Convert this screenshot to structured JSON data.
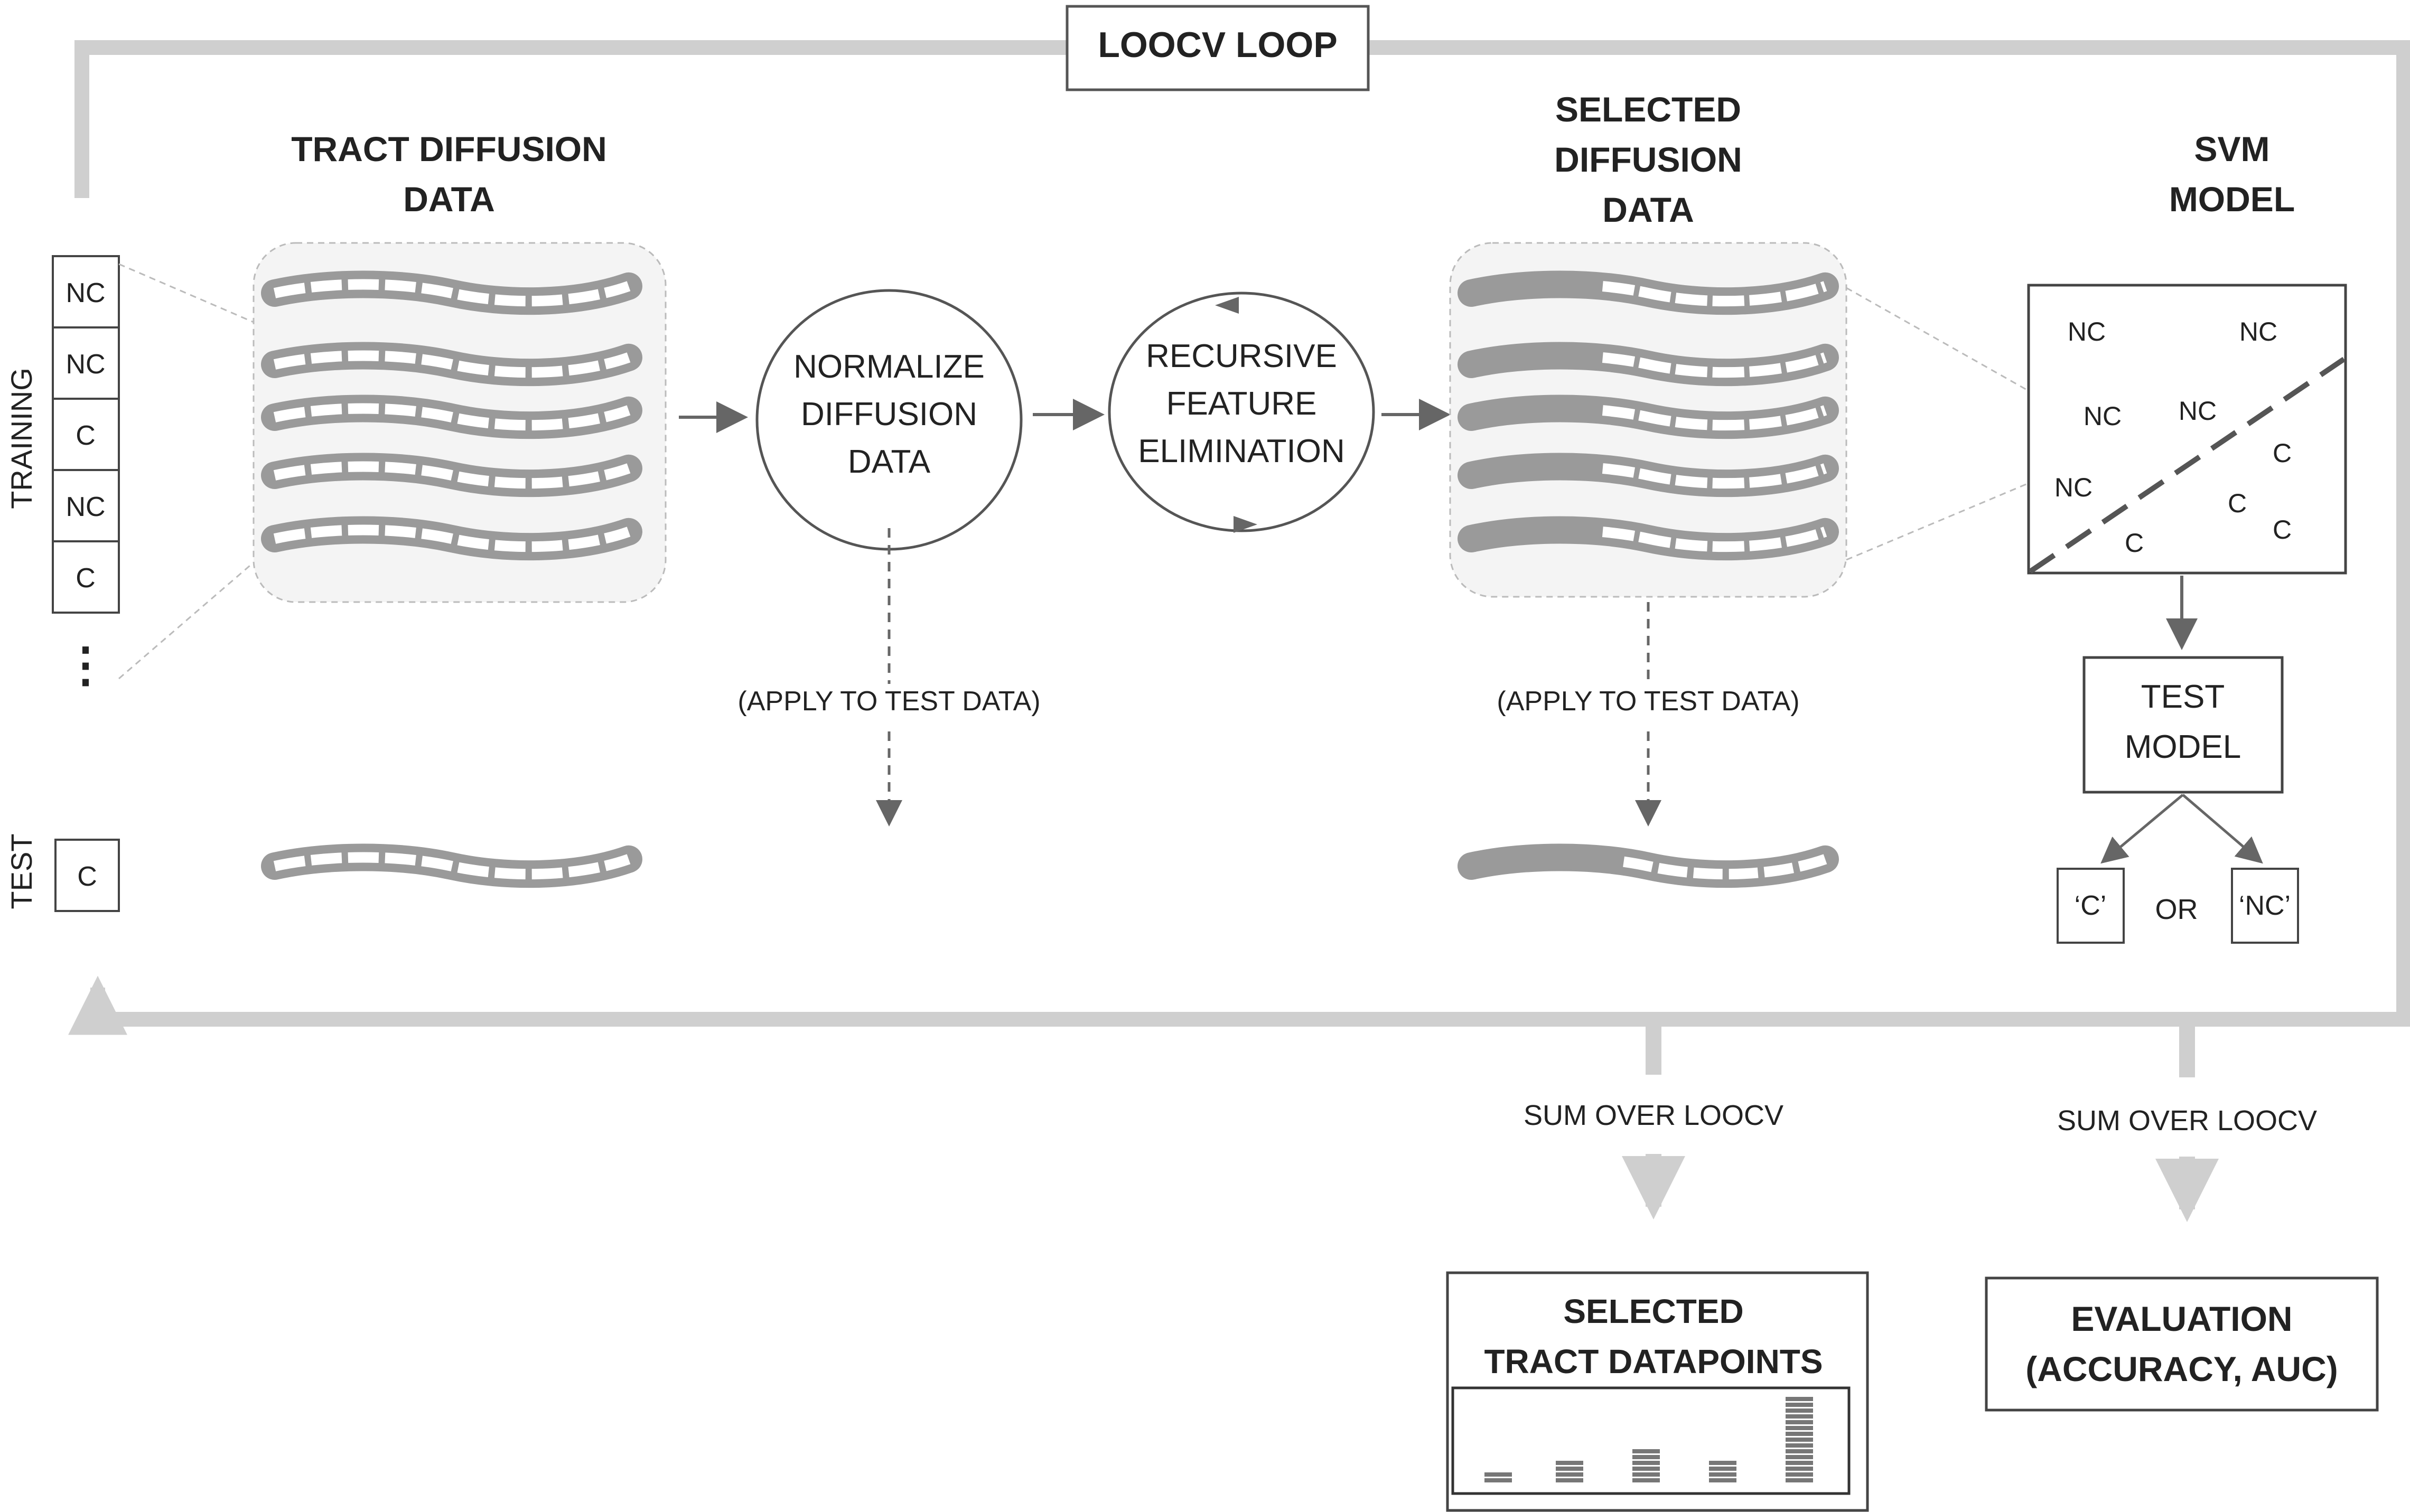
{
  "loop_label": "LOOCV LOOP",
  "training_axis_label": "TRAINING",
  "test_axis_label": "TEST",
  "training_labels": [
    "NC",
    "NC",
    "C",
    "NC",
    "C"
  ],
  "ellipsis": "⋮",
  "test_label": "C",
  "tract_title": [
    "TRACT  DIFFUSION",
    "DATA"
  ],
  "normalize_lines": [
    "NORMALIZE",
    "DIFFUSION",
    "DATA"
  ],
  "rfe_lines": [
    "RECURSIVE",
    "FEATURE",
    "ELIMINATION"
  ],
  "selected_title": [
    "SELECTED",
    "DIFFUSION",
    "DATA"
  ],
  "svm_title": [
    "SVM",
    "MODEL"
  ],
  "apply_label_1": "(APPLY TO TEST DATA)",
  "apply_label_2": "(APPLY TO TEST DATA)",
  "svm_plot_labels": [
    "NC",
    "NC",
    "NC",
    "NC",
    "NC",
    "C",
    "C",
    "C",
    "C"
  ],
  "test_model_lines": [
    "TEST",
    "MODEL"
  ],
  "outcome_c": "‘C’",
  "outcome_or": "OR",
  "outcome_nc": "‘NC’",
  "sum_label_1": "SUM OVER LOOCV",
  "sum_label_2": "SUM OVER LOOCV",
  "datapoints_title": [
    "SELECTED",
    "TRACT  DATAPOINTS"
  ],
  "evaluation_title": [
    "EVALUATION",
    "(ACCURACY,  AUC)"
  ],
  "colors": {
    "loop_gray": "#cfcfcf",
    "tract_gray": "#9a9a9a",
    "line": "#444444",
    "arrow": "#666666"
  }
}
